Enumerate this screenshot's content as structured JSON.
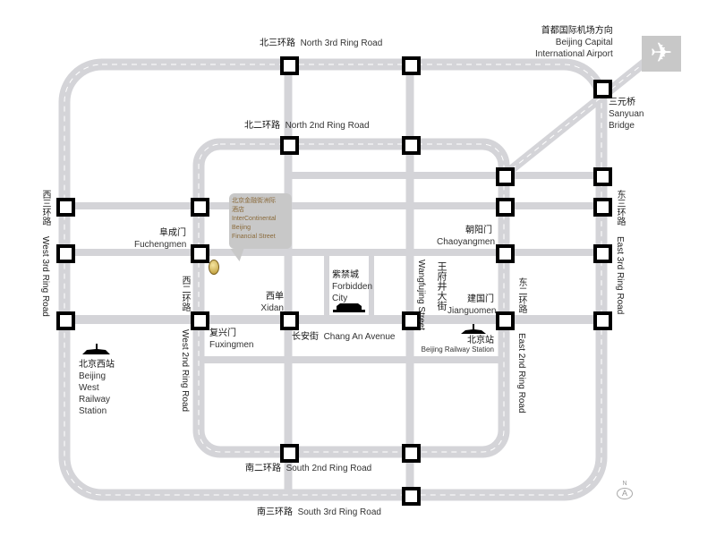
{
  "airport": {
    "cn": "首都国际机场方向",
    "en1": "Beijing Capital",
    "en2": "International Airport",
    "icon": "plane-icon"
  },
  "sanyuan": {
    "cn": "三元桥",
    "en1": "Sanyuan",
    "en2": "Bridge"
  },
  "north3": {
    "cn": "北三环路",
    "en": "North 3rd Ring Road"
  },
  "north2": {
    "cn": "北二环路",
    "en": "North 2nd Ring Road"
  },
  "south2": {
    "cn": "南二环路",
    "en": "South 2nd Ring Road"
  },
  "south3": {
    "cn": "南三环路",
    "en": "South 3rd Ring Road"
  },
  "west3": {
    "cn": "西三环路",
    "en": "West 3rd Ring Road"
  },
  "west2": {
    "cn": "西二环路",
    "en": "West 2nd Ring Road"
  },
  "east2": {
    "cn": "东二环路",
    "en": "East 2nd Ring Road"
  },
  "east3": {
    "cn": "东三环路",
    "en": "East 3rd Ring Road"
  },
  "fuchengmen": {
    "cn": "阜成门",
    "en": "Fuchengmen"
  },
  "fuxingmen": {
    "cn": "复兴门",
    "en": "Fuxingmen"
  },
  "xidan": {
    "cn": "西单",
    "en": "Xidan"
  },
  "changan": {
    "cn": "长安街",
    "en": "Chang An Avenue"
  },
  "forbidden": {
    "cn": "紫禁城",
    "en1": "Forbidden",
    "en2": "City"
  },
  "wangfujing": {
    "cn": "王府井大街",
    "en": "Wangfujing Street"
  },
  "chaoyangmen": {
    "cn": "朝阳门",
    "en": "Chaoyangmen"
  },
  "jianguomen": {
    "cn": "建国门",
    "en": "Jianguomen"
  },
  "bjstation": {
    "cn": "北京站",
    "en": "Beijing Railway Station"
  },
  "weststation": {
    "cn": "北京西站",
    "en1": "Beijing",
    "en2": "West",
    "en3": "Railway",
    "en4": "Station"
  },
  "hotel": {
    "cn1": "北京金融街洲际",
    "cn2": "酒店",
    "en1": "InterContinental",
    "en2": "Beijing",
    "en3": "Financial Street"
  },
  "compass": {
    "n": "N",
    "a": "A"
  },
  "colors": {
    "road": "#d4d4d8",
    "node": "#000000",
    "callout": "#c8c8c8",
    "hotel_text": "#8a6a3a"
  }
}
